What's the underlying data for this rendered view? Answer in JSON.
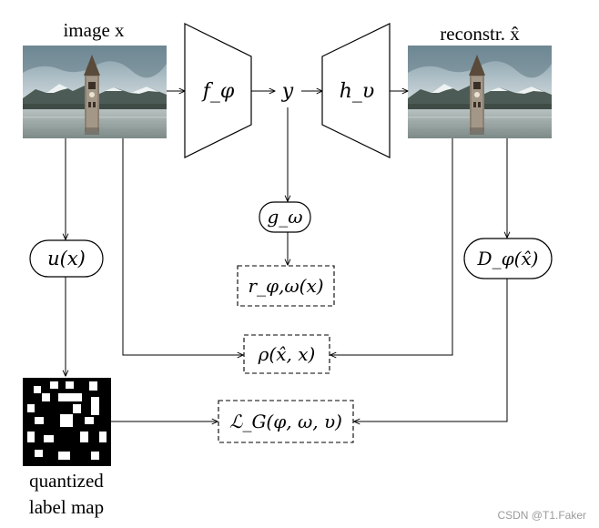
{
  "labels": {
    "image_caption": "image x",
    "recon_caption": "reconstr. x̂",
    "encoder": "f_φ",
    "latent": "y",
    "decoder": "h_υ",
    "g_omega": "g_ω",
    "r_phi_omega": "r_φ,ω(x)",
    "u_x": "u(x)",
    "d_phi": "D_φ(x̂)",
    "rho": "ρ(x̂, x)",
    "loss": "ℒ_G(φ, ω, υ)",
    "quant_line1": "quantized",
    "quant_line2": "label map",
    "watermark": "CSDN @T1.Faker"
  },
  "icons": {
    "input_image": "photo-bell-tower-lake-icon",
    "recon_image": "photo-bell-tower-lake-icon",
    "label_map": "binary-label-map-icon"
  },
  "colors": {
    "stroke": "#000000",
    "background": "#ffffff",
    "watermark": "#9a9a9a"
  }
}
